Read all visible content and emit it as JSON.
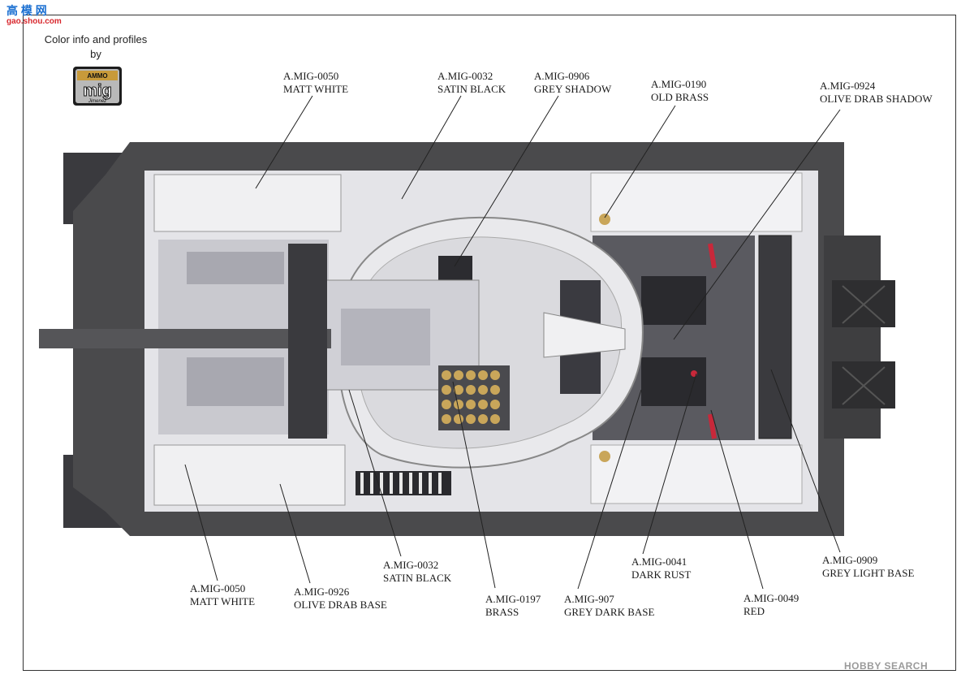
{
  "site_mark": {
    "top": "高 模 网",
    "sub": "gao.shou.com"
  },
  "credit": {
    "line1": "Color info and profiles",
    "line2": "by"
  },
  "logo": {
    "top": "AMMO",
    "main": "mig",
    "sub": "Jimenez"
  },
  "labels": [
    {
      "code": "A.MIG-0050",
      "name": "MATT WHITE"
    },
    {
      "code": "A.MIG-0032",
      "name": "SATIN BLACK"
    },
    {
      "code": "A.MIG-0906",
      "name": "GREY SHADOW"
    },
    {
      "code": "A.MIG-0190",
      "name": "OLD BRASS"
    },
    {
      "code": "A.MIG-0924",
      "name": "OLIVE DRAB SHADOW"
    },
    {
      "code": "A.MIG-0050",
      "name": "MATT WHITE"
    },
    {
      "code": "A.MIG-0926",
      "name": "OLIVE DRAB BASE"
    },
    {
      "code": "A.MIG-0032",
      "name": "SATIN BLACK"
    },
    {
      "code": "A.MIG-0197",
      "name": "BRASS"
    },
    {
      "code": "A.MIG-907",
      "name": "GREY DARK BASE"
    },
    {
      "code": "A.MIG-0041",
      "name": "DARK RUST"
    },
    {
      "code": "A.MIG-0049",
      "name": "RED"
    },
    {
      "code": "A.MIG-0909",
      "name": "GREY LIGHT BASE"
    }
  ],
  "watermark": "HOBBY SEARCH",
  "colors": {
    "hull": "#4a4a4c",
    "interior": "#e4e4e8",
    "dark": "#2a2a2e",
    "brass": "#c9a65a",
    "red": "#c8283a"
  }
}
